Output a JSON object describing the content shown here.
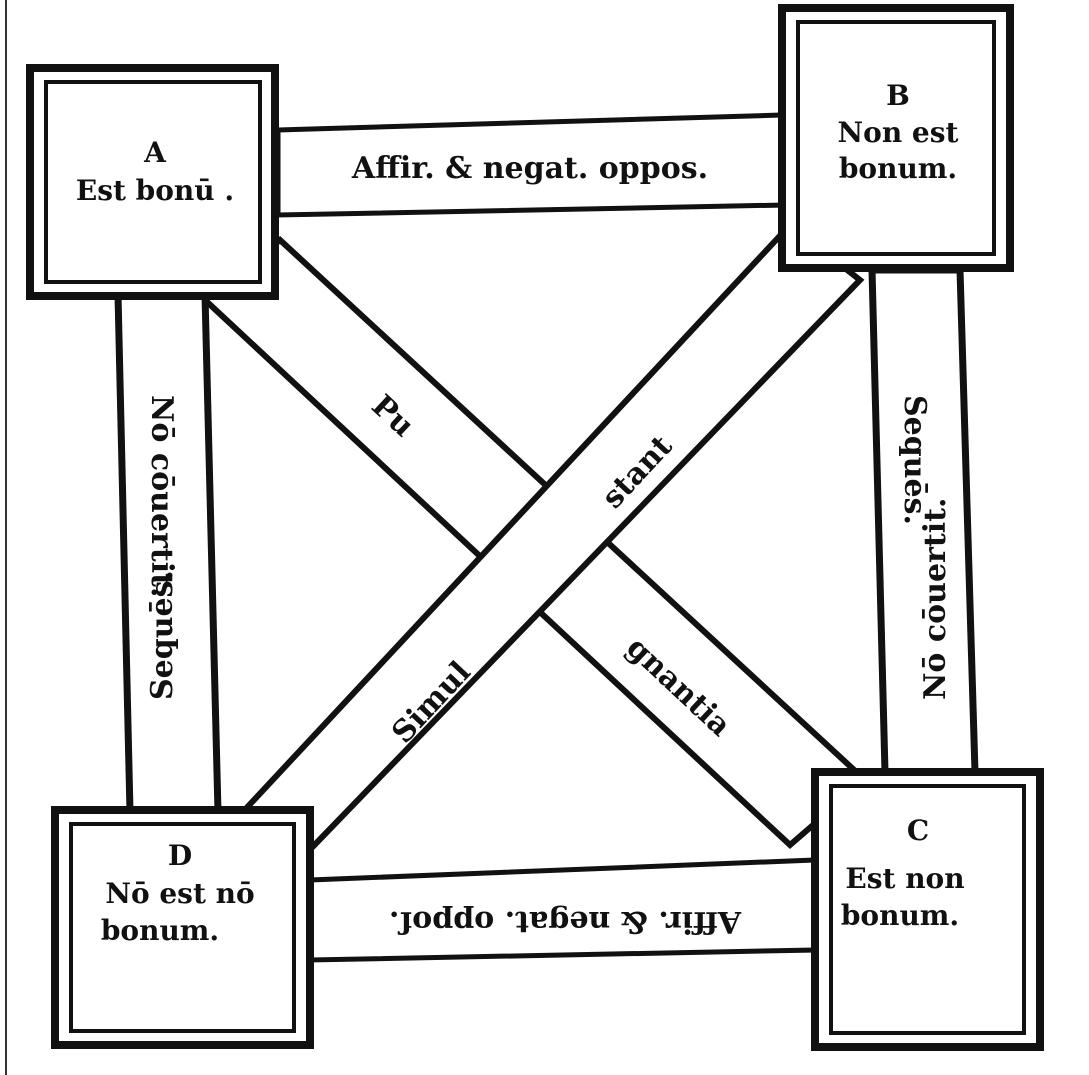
{
  "diagram": {
    "title": "Square of opposition",
    "nodes": {
      "A": {
        "letter": "A",
        "text": "Est bonū ."
      },
      "B": {
        "letter": "B",
        "line1": "Non est",
        "line2": "bonum."
      },
      "C": {
        "letter": "C",
        "line1": "Est non",
        "line2": "bonum."
      },
      "D": {
        "letter": "D",
        "line1": "Nō est nō",
        "line2": "bonum."
      }
    },
    "edges": {
      "top": "Affir. & negat. oppos.",
      "bottom": "Affir. & negat. oppoſ.",
      "left_top": "Nō cōuertit.",
      "left_bottom": "Sequēs.",
      "right_top": "Sequēs.",
      "right_bottom": "Nō cōuertit.",
      "diag_ac_1": "Pu",
      "diag_ac_2": "gnantia",
      "diag_db_1": "Simul",
      "diag_db_2": "stant"
    },
    "colors": {
      "ink": "#111111",
      "paper": "#ffffff"
    }
  }
}
